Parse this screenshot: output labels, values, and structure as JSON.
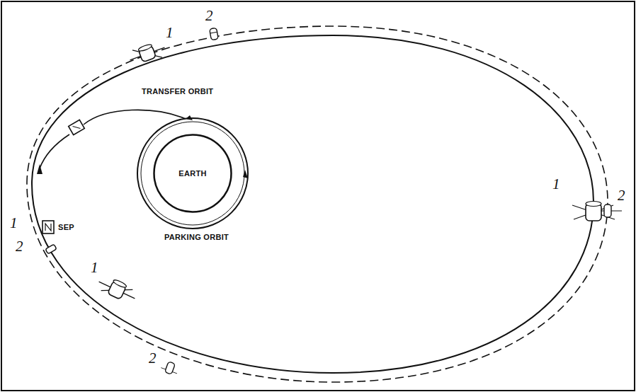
{
  "diagram": {
    "nodes": [
      {
        "text": [
          "EARTH"
        ]
      }
    ],
    "labels": [
      "2",
      "1",
      "TRANSFER ORBIT",
      "1",
      "2",
      "1",
      "SEP",
      "2",
      "PARKING ORBIT",
      "1",
      "2"
    ]
  }
}
